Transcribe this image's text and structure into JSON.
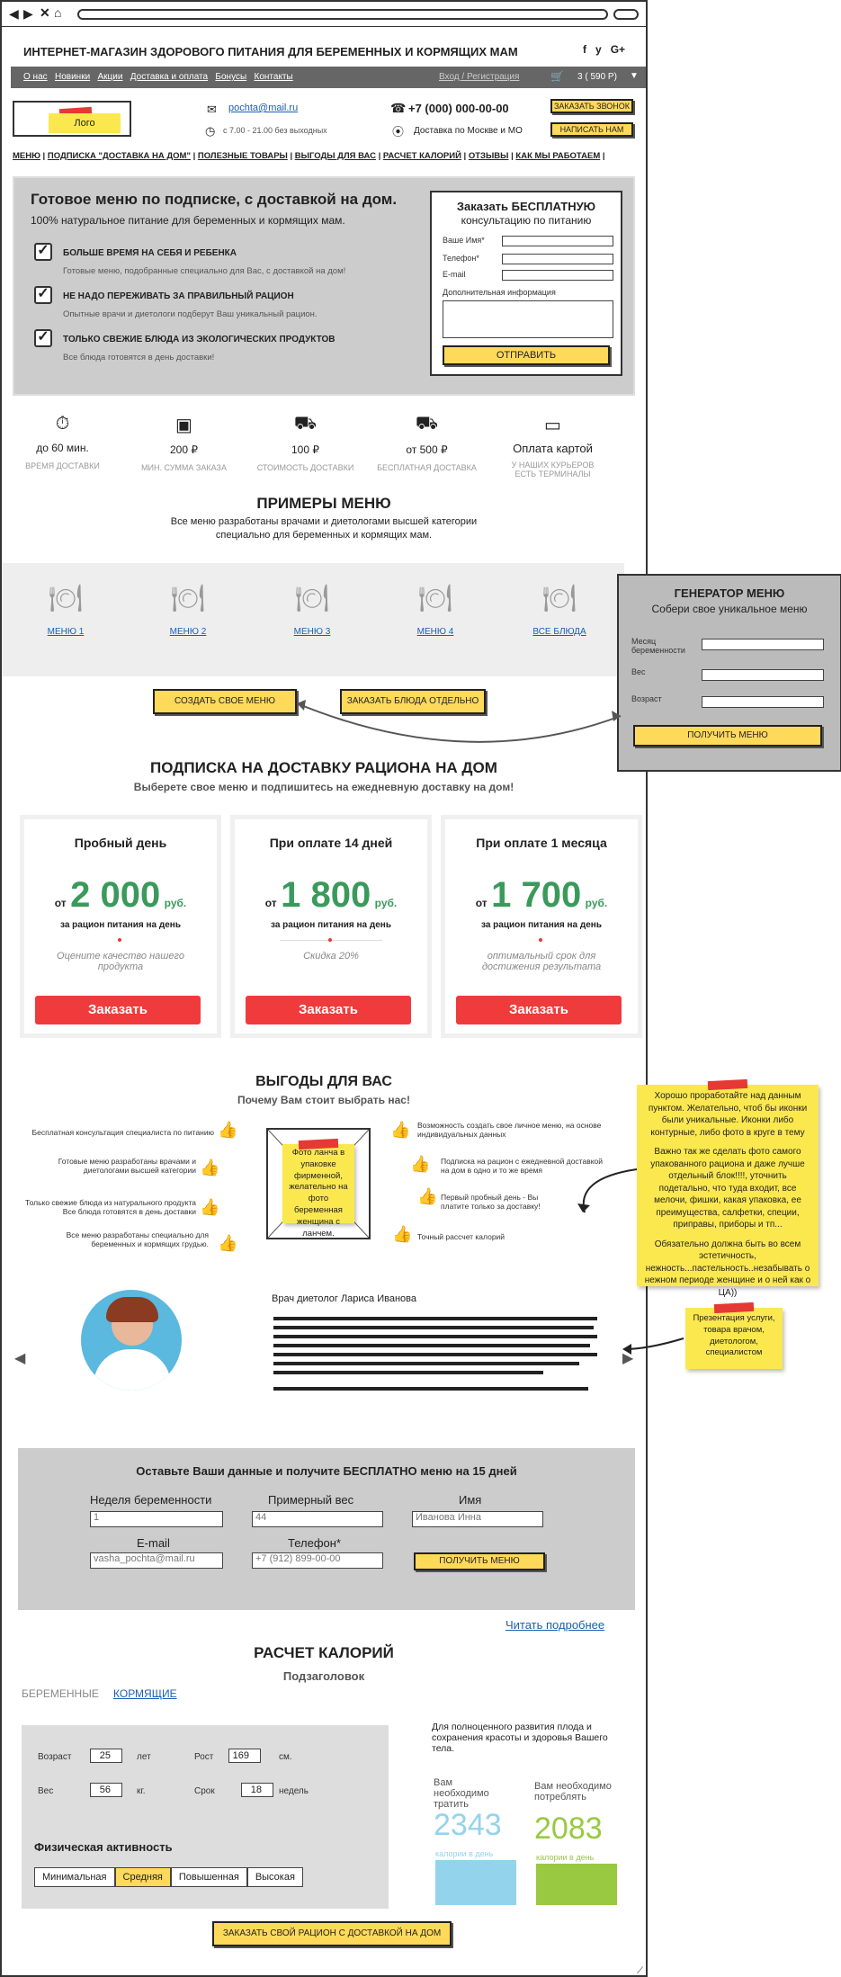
{
  "browser": {
    "nav_icons": [
      "back-icon",
      "forward-icon",
      "close-icon",
      "home-icon"
    ]
  },
  "header": {
    "title": "ИНТЕРНЕТ-МАГАЗИН ЗДОРОВОГО ПИТАНИЯ ДЛЯ БЕРЕМЕННЫХ И КОРМЯЩИХ МАМ",
    "social": [
      "f",
      "y",
      "G+"
    ]
  },
  "topnav": {
    "items": [
      "О нас",
      "Новинки",
      "Акции",
      "Доставка и оплата",
      "Бонусы",
      "Контакты"
    ],
    "login": "Вход / Регистрация",
    "cart": "3 ( 590 Р)"
  },
  "contacts": {
    "logo": "Лого",
    "email": "pochta@mail.ru",
    "hours": "с 7.00 - 21.00 без выходных",
    "phone": "+7 (000) 000-00-00",
    "delivery": "Доставка по Москве и МО",
    "btn_call": "ЗАКАЗАТЬ ЗВОНОК",
    "btn_write": "НАПИСАТЬ НАМ"
  },
  "mainmenu": [
    "МЕНЮ",
    "ПОДПИСКА \"ДОСТАВКА НА ДОМ\"",
    "ПОЛЕЗНЫЕ ТОВАРЫ",
    "ВЫГОДЫ ДЛЯ ВАС",
    "РАСЧЕТ КАЛОРИЙ",
    "ОТЗЫВЫ",
    "КАК МЫ РАБОТАЕМ"
  ],
  "hero": {
    "title": "Готовое меню по подписке, с доставкой на дом.",
    "subtitle": "100% натуральное питание  для беременных и кормящих мам.",
    "features": [
      {
        "title": "БОЛЬШЕ ВРЕМЯ НА СЕБЯ И РЕБЕНКА",
        "text": "Готовые меню, подобранные специально для Вас, с доставкой на дом!"
      },
      {
        "title": "НЕ НАДО ПЕРЕЖИВАТЬ ЗА ПРАВИЛЬНЫЙ РАЦИОН",
        "text": "Опытные врачи и диетологи подберут Ваш уникальный рацион."
      },
      {
        "title": "ТОЛЬКО СВЕЖИЕ БЛЮДА ИЗ ЭКОЛОГИЧЕСКИХ ПРОДУКТОВ",
        "text": "Все блюда готовятся в день доставки!"
      }
    ],
    "form": {
      "title": "Заказать БЕСПЛАТНУЮ",
      "title2": "консультацию по питанию",
      "name": "Ваше Имя*",
      "phone": "Телефон*",
      "email": "E-mail",
      "extra": "Дополнительная информация",
      "submit": "ОТПРАВИТЬ"
    }
  },
  "stats": [
    {
      "value": "до 60 мин.",
      "label": "ВРЕМЯ ДОСТАВКИ",
      "icon": "stopwatch-icon"
    },
    {
      "value": "200 ₽",
      "label": "МИН. СУММА ЗАКАЗА",
      "icon": "wallet-icon"
    },
    {
      "value": "100 ₽",
      "label": "СТОИМОСТЬ ДОСТАВКИ",
      "icon": "truck-icon"
    },
    {
      "value": "от 500 ₽",
      "label": "БЕСПЛАТНАЯ ДОСТАВКА",
      "icon": "truck-icon"
    },
    {
      "value": "Оплата картой",
      "label": "У НАШИХ КУРЬЕРОВ ЕСТЬ ТЕРМИНАЛЫ",
      "icon": "card-icon"
    }
  ],
  "menus": {
    "title": "ПРИМЕРЫ МЕНЮ",
    "subtitle1": "Все меню разработаны  врачами и диетологами высшей категории",
    "subtitle2": "специально для беременных и кормящих мам.",
    "items": [
      "МЕНЮ 1",
      "МЕНЮ 2",
      "МЕНЮ 3",
      "МЕНЮ 4",
      "ВСЕ БЛЮДА"
    ],
    "btn_create": "СОЗДАТЬ СВОЕ МЕНЮ",
    "btn_order": "ЗАКАЗАТЬ БЛЮДА ОТДЕЛЬНО"
  },
  "generator": {
    "title": "ГЕНЕРАТОР МЕНЮ",
    "subtitle": "Собери свое уникальное меню",
    "month": "Месяц беременности",
    "weight": "Вес",
    "age": "Возраст",
    "btn": "ПОЛУЧИТЬ МЕНЮ"
  },
  "subscription": {
    "title": "ПОДПИСКА НА ДОСТАВКУ РАЦИОНА НА ДОМ",
    "subtitle": "Выберете свое меню и подпишитесь на ежедневную доставку на дом!",
    "plans": [
      {
        "name": "Пробный день",
        "from": "от",
        "price": "2 000",
        "cur": "руб.",
        "per": "за рацион питания на день",
        "note": "Оцените качество нашего продукта",
        "btn": "Заказать"
      },
      {
        "name": "При оплате 14 дней",
        "from": "от",
        "price": "1 800",
        "cur": "руб.",
        "per": "за рацион питания на день",
        "note": "Скидка 20%",
        "btn": "Заказать"
      },
      {
        "name": "При оплате 1 месяца",
        "from": "от",
        "price": "1 700",
        "cur": "руб.",
        "per": "за рацион питания на день",
        "note": "оптимальный срок для достижения результата",
        "btn": "Заказать"
      }
    ]
  },
  "benefits": {
    "title": "ВЫГОДЫ ДЛЯ ВАС",
    "subtitle": "Почему Вам стоит выбрать нас!",
    "left": [
      "Бесплатная консультация специалиста по питанию",
      "Готовые меню разработаны врачами и диетологами высшей категории",
      "Только свежие блюда из натурального продукта Все блюда готовятся в день доставки",
      "Все меню разработаны специально для беременных  и кормящих грудью."
    ],
    "right": [
      "Возможность создать свое личное меню, на основе индивидуальных данных",
      "Подписка на рацион с ежедневной доставкой на дом в одно и то же время",
      "Первый пробный день - Вы платите только за доставку!",
      "Точный рассчет калорий"
    ],
    "photo_note": "Фото ланча в упаковке фирменной, желательно на фото беременная женщина  с ланчем."
  },
  "notes": {
    "icons_note": "Хорошо проработайте над данным пунктом. Желательно, чтоб бы иконки были уникальные. Иконки либо контурные, либо фото в круге в тему",
    "package_note": "Важно так же сделать фото самого упакованного рациона и даже лучше отдельный блок!!!!, уточнить подетально, что туда входит, все мелочи, фишки, какая упаковка, ее преимущества, салфетки, специи, приправы, приборы и тп...",
    "aesthetic_note": "Обязательно должна быть во всем эстетичность, нежность...пастельность..незабывать о нежном периоде женщине и о ней как о ЦА))",
    "doctor_note": "Презентация услуги, товара врачом, диетологом, специалистом"
  },
  "doctor": {
    "name": "Врач диетолог Лариса Иванова"
  },
  "leadform": {
    "title": "Оставьте Ваши данные и получите  БЕСПЛАТНО меню на 15 дней",
    "week_label": "Неделя беременности",
    "week_val": "1",
    "weight_label": "Примерный вес",
    "weight_val": "44",
    "name_label": "Имя",
    "name_val": "Иванова Инна",
    "email_label": "E-mail",
    "email_val": "vasha_pochta@mail.ru",
    "phone_label": "Телефон*",
    "phone_val": "+7 (912) 899-00-00",
    "btn": "ПОЛУЧИТЬ МЕНЮ",
    "more": "Читать подробнее"
  },
  "calories": {
    "title": "РАСЧЕТ КАЛОРИЙ",
    "subtitle": "Подзаголовок",
    "tab1": "БЕРЕМЕННЫЕ",
    "tab2": "КОРМЯЩИЕ",
    "age_label": "Возраст",
    "age": "25",
    "age_unit": "лет",
    "height_label": "Рост",
    "height": "169",
    "height_unit": "см.",
    "weight_label": "Вес",
    "weight": "56",
    "weight_unit": "кг.",
    "term_label": "Срок",
    "term": "18",
    "term_unit": "недель",
    "activity_label": "Физическая активность",
    "activity": [
      "Минимальная",
      "Средняя",
      "Повышенная",
      "Высокая"
    ],
    "info": "Для полноценного развития плода и сохранения красоты и здоровья Вашего тела.",
    "spend_label": "Вам необходимо тратить",
    "spend": "2343",
    "consume_label": "Вам необходимо потреблять",
    "consume": "2083",
    "per_day": "калории в день",
    "btn": "ЗАКАЗАТЬ СВОЙ РАЦИОН С ДОСТАВКОЙ НА ДОМ"
  },
  "colors": {
    "accent": "#ffd95a",
    "green": "#3a9a5b",
    "red": "#ef3b3b",
    "blue": "#94d3ec",
    "lime": "#98c940"
  }
}
